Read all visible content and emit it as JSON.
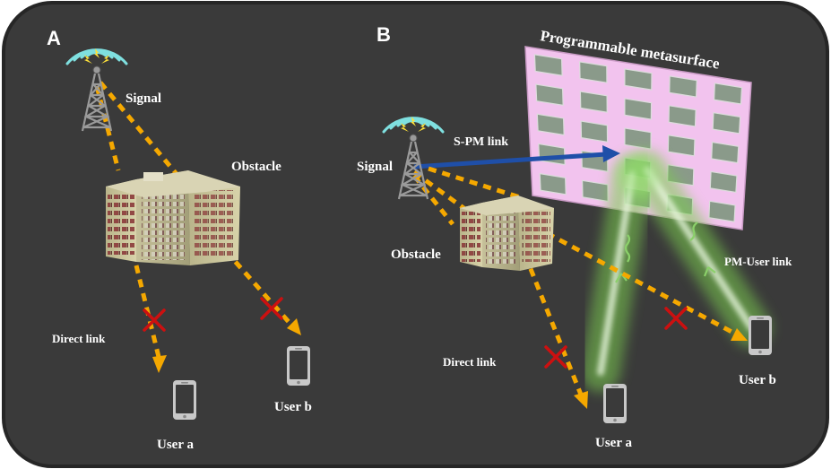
{
  "panels": {
    "a": {
      "letter": "A"
    },
    "b": {
      "letter": "B"
    }
  },
  "labels": {
    "signal_a": "Signal",
    "obstacle_a": "Obstacle",
    "direct_link_a": "Direct link",
    "user_a_left": "User a",
    "user_b_left": "User b",
    "metasurface_title": "Programmable metasurface",
    "spm_link": "S-PM link",
    "signal_b": "Signal",
    "obstacle_b": "Obstacle",
    "pm_user_link": "PM-User link",
    "direct_link_b": "Direct link",
    "user_a_right": "User a",
    "user_b_right": "User b"
  },
  "colors": {
    "background": "#3a3a3a",
    "frame": "#2b2b2b",
    "dashed_link": "#f5a800",
    "blocked_x": "#cc1010",
    "spm_arrow": "#1f4fa8",
    "beam": "#7ccc50",
    "metasurface": "#f2c3ee",
    "cell": "#8a9a8a",
    "phone": "#bfbfbf",
    "antenna_wave": "#7fe0e0",
    "tower": "#8a8a8a"
  },
  "icons": [
    "tower-icon",
    "building-icon",
    "phone-icon",
    "metasurface-grid",
    "blocked-x-icon",
    "beam"
  ]
}
